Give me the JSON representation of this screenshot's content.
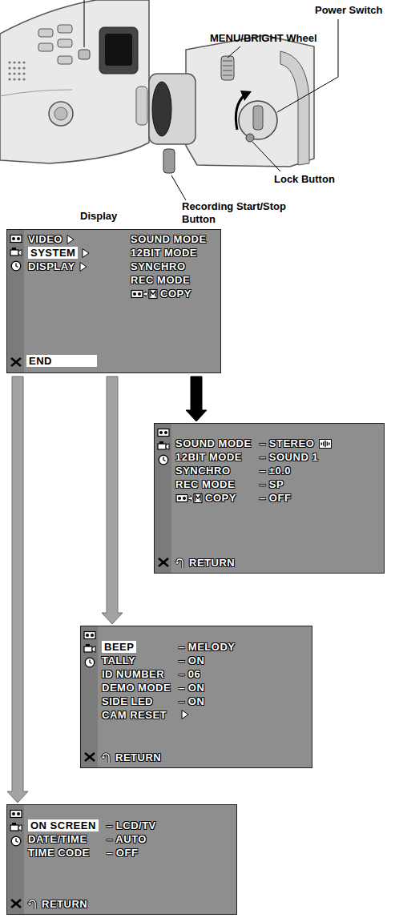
{
  "diagram": {
    "nodes": [
      {
        "text": [
          "VIDEO",
          "SYSTEM",
          "DISPLAY",
          "SOUND MODE",
          "12BIT MODE",
          "SYNCHRO",
          "REC MODE",
          "COPY",
          "END"
        ]
      },
      {
        "text": [
          "SOUND MODE",
          "– STEREO",
          "12BIT MODE",
          "– SOUND 1",
          "SYNCHRO",
          "– ±0.0",
          "REC MODE",
          "– SP",
          "COPY",
          "– OFF",
          "RETURN"
        ]
      },
      {
        "text": [
          "BEEP",
          "– MELODY",
          "TALLY",
          "– ON",
          "ID NUMBER",
          "– 06",
          "DEMO MODE",
          "– ON",
          "SIDE LED",
          "– ON",
          "CAM RESET",
          "RETURN"
        ]
      },
      {
        "text": [
          "ON SCREEN",
          "– LCD/TV",
          "DATE/TIME",
          "– AUTO",
          "TIME CODE",
          "– OFF",
          "RETURN"
        ]
      }
    ],
    "edges": [
      {
        "from": 0,
        "to": 1,
        "arrow": "to"
      },
      {
        "from": 0,
        "to": 2,
        "arrow": "to"
      },
      {
        "from": 0,
        "to": 3,
        "arrow": "to"
      }
    ],
    "labels": [
      "Power Switch",
      "MENU/BRIGHT Wheel",
      "Lock Button",
      "Recording Start/Stop Button",
      "Display"
    ]
  }
}
